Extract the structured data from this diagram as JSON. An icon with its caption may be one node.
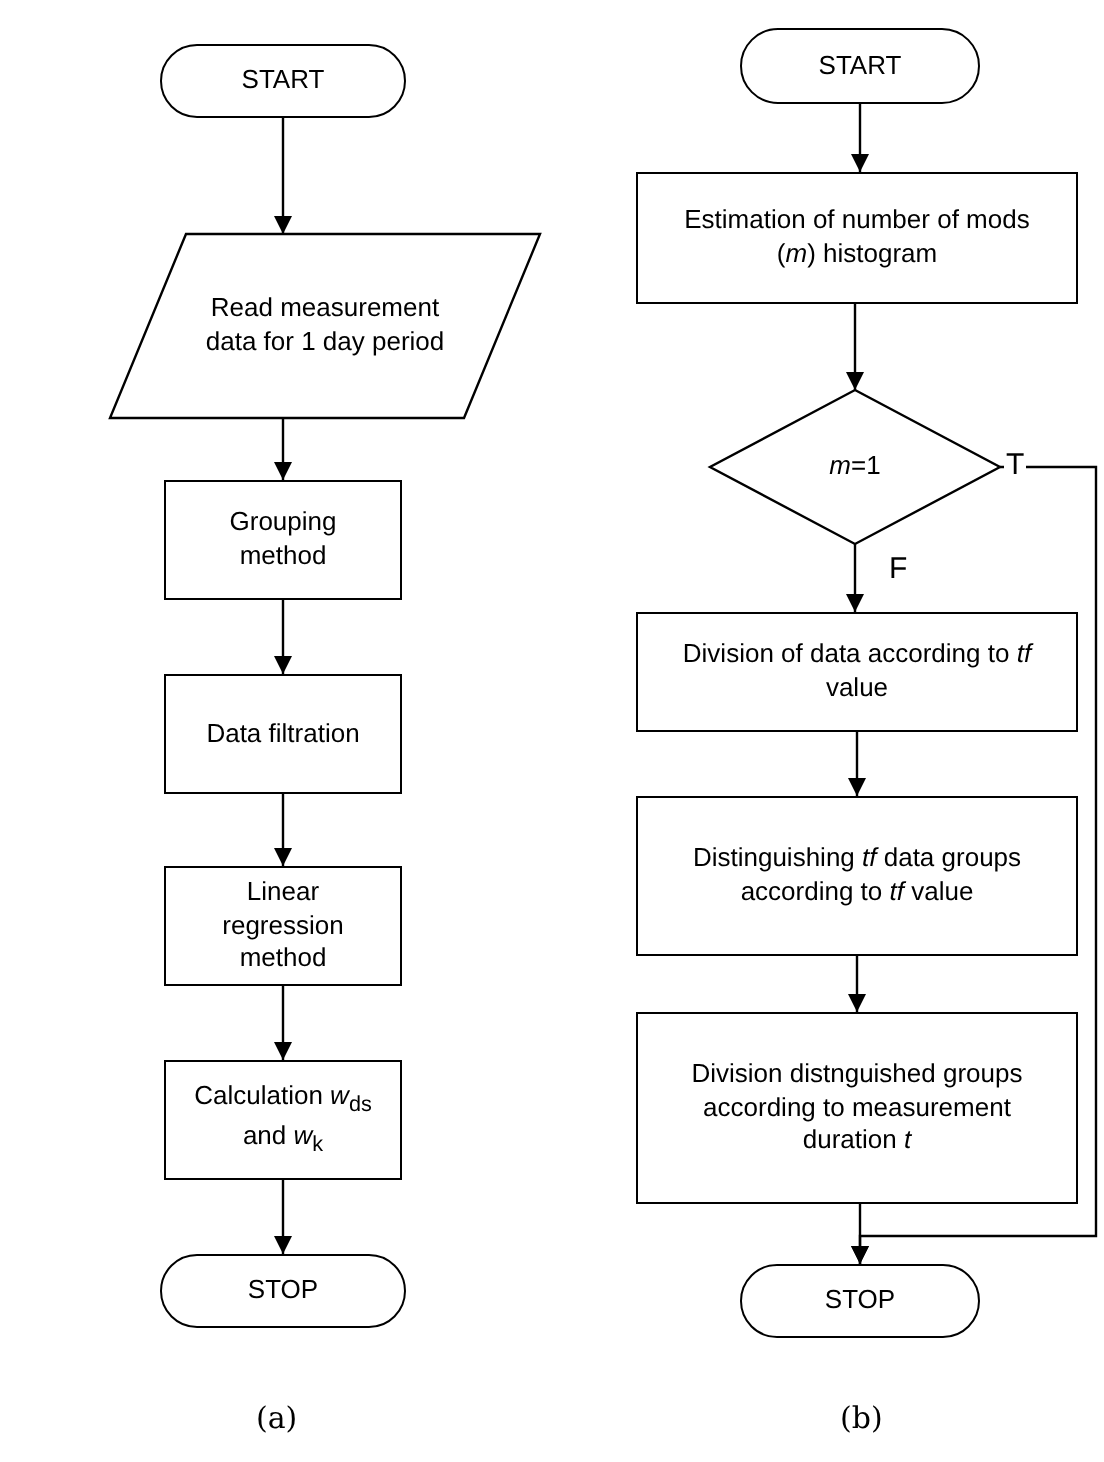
{
  "diagram": {
    "nodes": [
      {
        "text": [
          "START"
        ]
      },
      {
        "text": [
          "Read measurement data for 1 day period"
        ]
      },
      {
        "text": [
          "Grouping method"
        ]
      },
      {
        "text": [
          "Data filtration"
        ]
      },
      {
        "text": [
          "Linear regression method"
        ]
      },
      {
        "text": [
          "Calculation *w*$_{ds}$ and *w*$_{k}$"
        ]
      },
      {
        "text": [
          "STOP"
        ]
      },
      {
        "text": [
          "START"
        ]
      },
      {
        "text": [
          "Estimation of number of mods (*m*) histogram"
        ]
      },
      {
        "text": [
          "*m*=1"
        ]
      },
      {
        "text": [
          "Division of data according to *tf* value"
        ]
      },
      {
        "text": [
          "Distinguishing *tf* data groups according to *tf* value"
        ]
      },
      {
        "text": [
          "Division distnguished groups according to measurement duration *t*"
        ]
      },
      {
        "text": [
          "STOP"
        ]
      }
    ],
    "edges": [
      {
        "from": 0,
        "to": 1,
        "arrow": "to"
      },
      {
        "from": 1,
        "to": 2,
        "arrow": "to"
      },
      {
        "from": 2,
        "to": 3,
        "arrow": "to"
      },
      {
        "from": 3,
        "to": 4,
        "arrow": "to"
      },
      {
        "from": 4,
        "to": 5,
        "arrow": "to"
      },
      {
        "from": 5,
        "to": 6,
        "arrow": "to"
      },
      {
        "from": 7,
        "to": 8,
        "arrow": "to"
      },
      {
        "from": 8,
        "to": 9,
        "arrow": "to"
      },
      {
        "from": 9,
        "to": 10,
        "arrow": "to",
        "label": "F"
      },
      {
        "from": 10,
        "to": 11,
        "arrow": "to"
      },
      {
        "from": 11,
        "to": 12,
        "arrow": "to"
      },
      {
        "from": 12,
        "to": 13,
        "arrow": "to"
      },
      {
        "from": 9,
        "to": 13,
        "arrow": "to",
        "label": "T"
      }
    ],
    "labels": [
      "(a)",
      "(b)"
    ]
  }
}
